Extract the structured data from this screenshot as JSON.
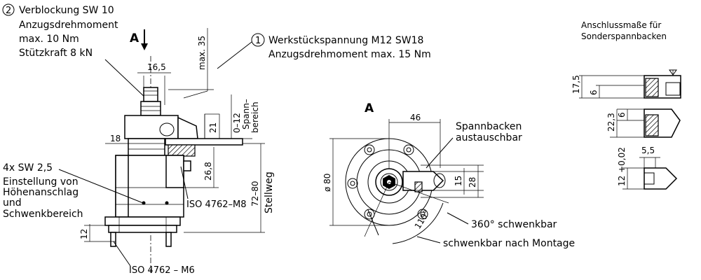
{
  "side_view": {
    "callout_2": {
      "number": "2",
      "line1": "Verblockung SW 10",
      "line2": "Anzugsdrehmoment",
      "line3": "max. 10 Nm",
      "line4": "Stützkraft 8 kN"
    },
    "callout_1": {
      "number": "1",
      "line1": "Werkstückspannung M12 SW18",
      "line2": "Anzugsdrehmoment max. 15 Nm"
    },
    "view_marker": "A",
    "dimensions": {
      "width_top": "16,5",
      "height_max": "max. 35",
      "d21": "21",
      "range": "0–12",
      "spann1": "Spann–",
      "spann2": "bereich",
      "d18": "18",
      "d26_8": "26,8",
      "d72_80": "72–80",
      "stellweg": "Stellweg",
      "d12": "12"
    },
    "adjust_note": {
      "line1": "4x SW 2,5",
      "line2": "Einstellung von",
      "line3": "Höhenanschlag",
      "line4": "und",
      "line5": "Schwenkbereich"
    },
    "iso_m8": "ISO 4762–M8",
    "iso_m6": "ISO 4762 – M6"
  },
  "front_view": {
    "title": "A",
    "d46": "46",
    "d80": "ø 80",
    "d15": "15",
    "d28": "28",
    "angle": "110°",
    "spannbacken1": "Spannbacken",
    "spannbacken2": "austauschbar",
    "swivel360": "360° schwenkbar",
    "swivel_after": "schwenkbar nach Montage"
  },
  "detail": {
    "title1": "Anschlussmaße für",
    "title2": "Sonderspannbacken",
    "d17_5": "17,5",
    "d6a": "6",
    "d6b": "6",
    "d22_3": "22,3",
    "d5_5": "5,5",
    "d12_tol": "12 +0,02"
  }
}
